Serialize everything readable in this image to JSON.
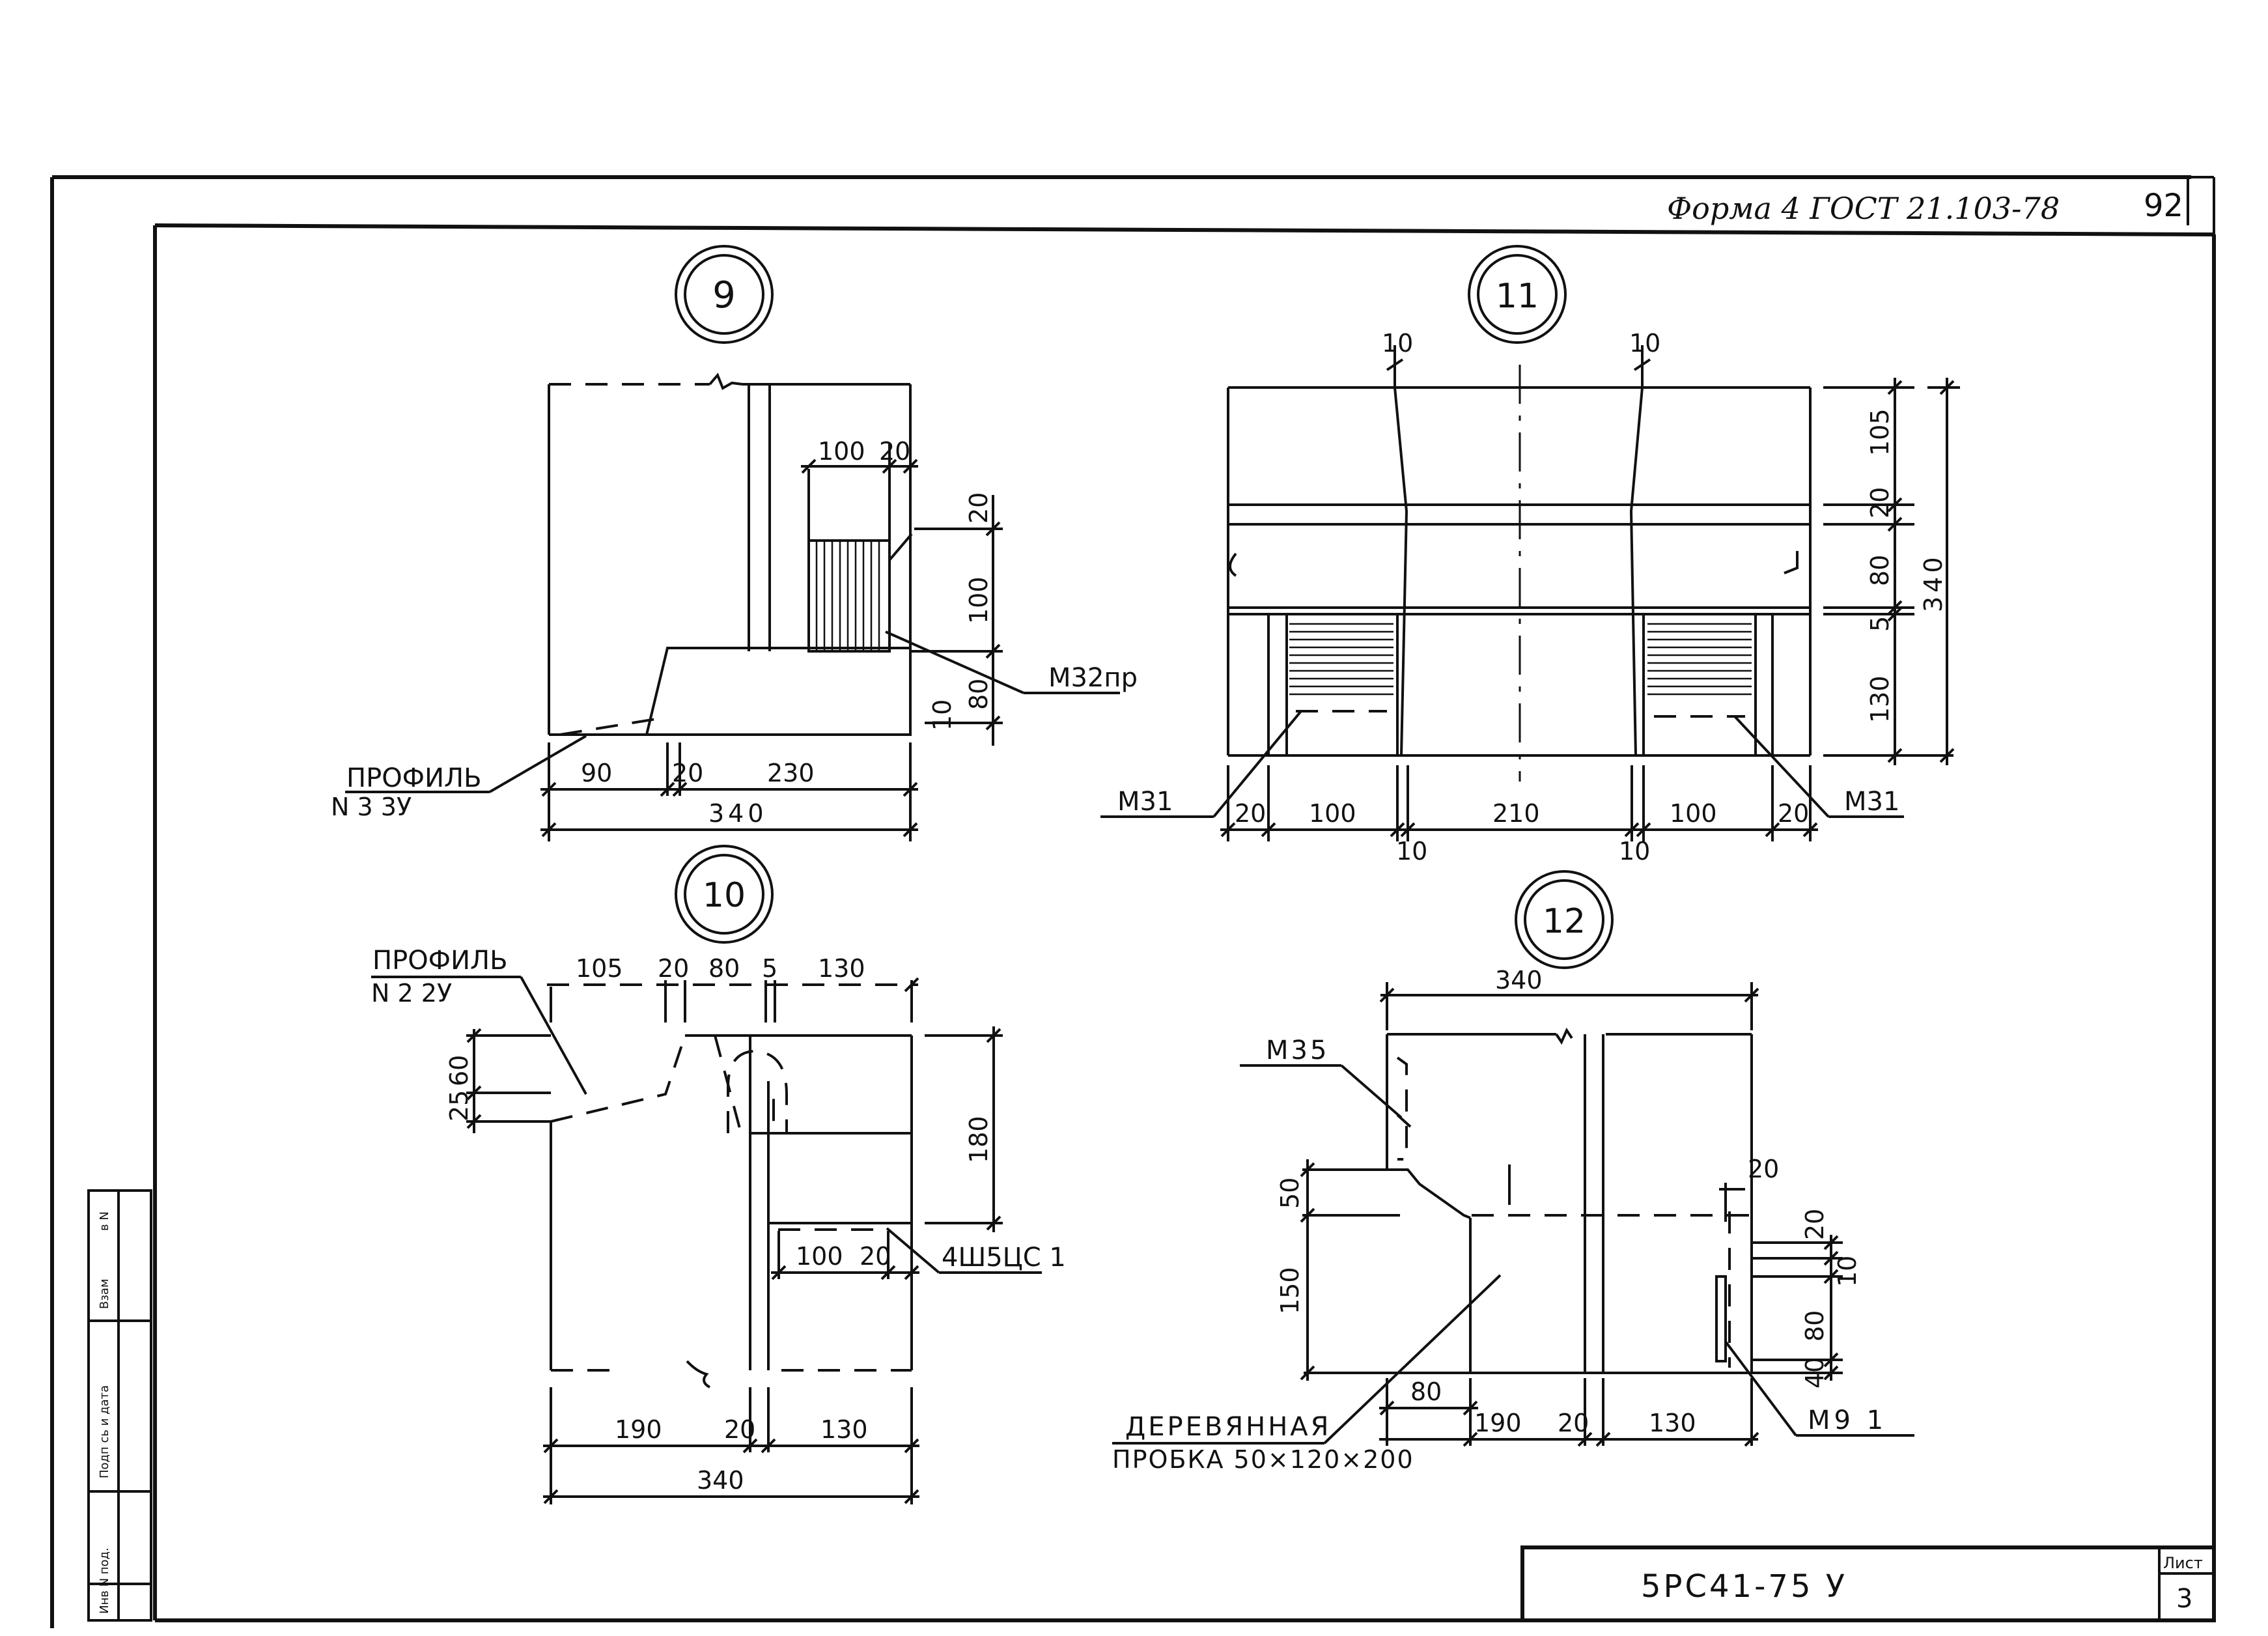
{
  "sheet": {
    "header_note": "Форма 4 ГОСТ 21.103-78",
    "page_number": "92",
    "doc_code": "5РС41-75 У",
    "sheet_label": "Лист",
    "sheet_no": "3",
    "side_stamp": [
      "Инв N под.",
      "Подп сь и дата",
      "Взам",
      "в N"
    ]
  },
  "details": {
    "d9": {
      "number": "9",
      "dims": [
        "100",
        "20",
        "20",
        "100",
        "80",
        "10",
        "90",
        "20",
        "230",
        "340"
      ],
      "label_profile": "ПРОФИЛЬ",
      "label_profile_no": "N 3 3У",
      "label_m": "М32пр"
    },
    "d10": {
      "number": "10",
      "dims_top": [
        "105",
        "20",
        "80",
        "5",
        "130"
      ],
      "dims_left": [
        "60",
        "25"
      ],
      "dim_right": "180",
      "dims_mid": [
        "100",
        "20"
      ],
      "dims_bottom": [
        "190",
        "20",
        "130"
      ],
      "dim_total": "340",
      "label_profile": "ПРОФИЛЬ",
      "label_profile_no": "N 2 2У",
      "label_m": "4Ш5ЦС 1"
    },
    "d11": {
      "number": "11",
      "dims_top": [
        "10",
        "10"
      ],
      "dims_right": [
        "105",
        "20",
        "80",
        "5",
        "130"
      ],
      "dim_total": "340",
      "dims_bottom": [
        "20",
        "100",
        "10",
        "210",
        "10",
        "100",
        "20"
      ],
      "label_m_left": "М31",
      "label_m_right": "М31"
    },
    "d12": {
      "number": "12",
      "dim_top": "340",
      "dims_left": [
        "50",
        "150"
      ],
      "dims_right": [
        "20",
        "20",
        "10",
        "80",
        "40"
      ],
      "dims_bottom": [
        "80",
        "190",
        "20",
        "130"
      ],
      "label_m_top": "М35",
      "label_m_bottom": "М9 1",
      "label_plug_1": "ДЕРЕВЯННАЯ",
      "label_plug_2": "ПРОБКА 50×120×200"
    }
  }
}
